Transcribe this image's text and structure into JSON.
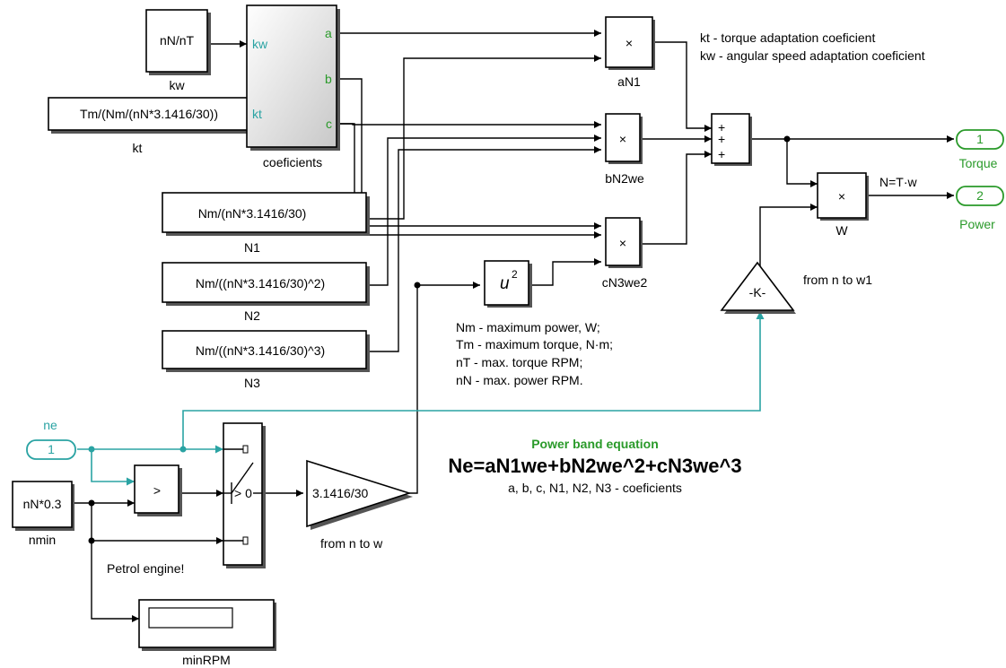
{
  "blocks": {
    "nN_nT": "nN/nT",
    "kw_label": "kw",
    "kt_expr": "Tm/(Nm/(nN*3.1416/30))",
    "kt_label": "kt",
    "coef_label": "coeficients",
    "coef_in_kw": "kw",
    "coef_in_kt": "kt",
    "coef_out_a": "a",
    "coef_out_b": "b",
    "coef_out_c": "c",
    "N1_expr": "Nm/(nN*3.1416/30)",
    "N1_label": "N1",
    "N2_expr": "Nm/((nN*3.1416/30)^2)",
    "N2_label": "N2",
    "N3_expr": "Nm/((nN*3.1416/30)^3)",
    "N3_label": "N3",
    "product_symbol": "×",
    "aN1_label": "aN1",
    "bN2we_label": "bN2we",
    "cN3we2_label": "cN3we2",
    "square_symbol": "u",
    "square_exp": "2",
    "plus": "+",
    "W_label": "W",
    "NTw_label": "N=T·w",
    "gain_k": "-K-",
    "gain_k_label": "from n to w1",
    "gain_w": "3.1416/30",
    "gain_w_label": "from n to w",
    "compare": ">",
    "switch_thresh": "> 0",
    "nmin_expr": "nN*0.3",
    "nmin_label": "nmin",
    "display_label": "minRPM",
    "petrol_label": "Petrol engine!"
  },
  "ports": {
    "in_ne_num": "1",
    "in_ne_label": "ne",
    "out_torque_num": "1",
    "out_torque_label": "Torque",
    "out_power_num": "2",
    "out_power_label": "Power"
  },
  "annotations": {
    "legend_line1": "kt - torque adaptation coeficient",
    "legend_line2": "kw - angular speed adaptation coeficient",
    "notes_line1": "Nm - maximum power, W;",
    "notes_line2": "Tm - maximum torque, N·m;",
    "notes_line3": "nT - max. torque RPM;",
    "notes_line4": "nN - max. power RPM.",
    "eq_title": "Power band equation",
    "eq_main": "Ne=aN1we+bN2we^2+cN3we^3",
    "eq_sub": "a, b, c, N1, N2, N3 - coeficients"
  },
  "colors": {
    "signal": "#2aa3a3",
    "port": "#2a9a2a"
  }
}
